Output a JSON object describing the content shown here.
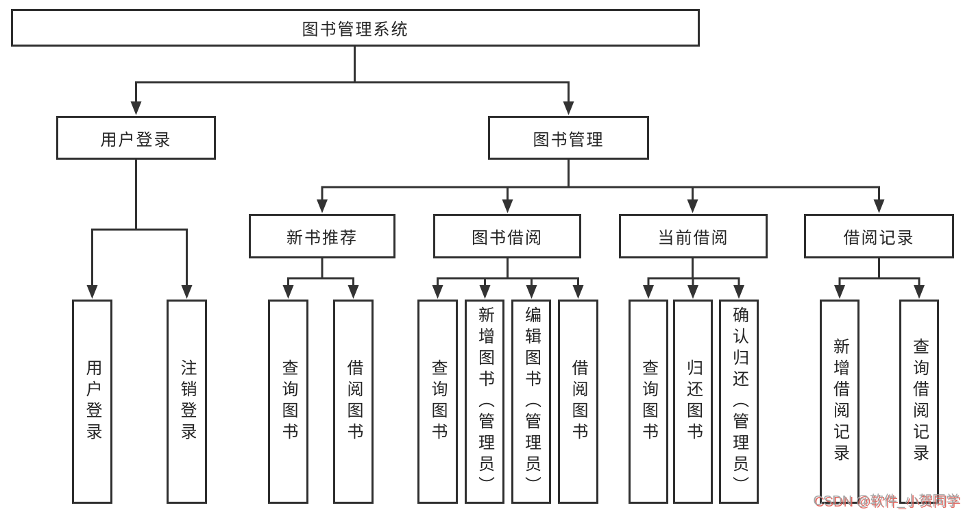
{
  "tree": {
    "root": {
      "label": "图书管理系统"
    },
    "children": [
      {
        "label": "用户登录",
        "children": [
          {
            "label": "用户登录"
          },
          {
            "label": "注销登录"
          }
        ]
      },
      {
        "label": "图书管理",
        "children": [
          {
            "label": "新书推荐",
            "children": [
              {
                "label": "查询图书"
              },
              {
                "label": "借阅图书"
              }
            ]
          },
          {
            "label": "图书借阅",
            "children": [
              {
                "label": "查询图书"
              },
              {
                "label": "新增图书（管理员）"
              },
              {
                "label": "编辑图书（管理员）"
              },
              {
                "label": "借阅图书"
              }
            ]
          },
          {
            "label": "当前借阅",
            "children": [
              {
                "label": "查询图书"
              },
              {
                "label": "归还图书"
              },
              {
                "label": "确认归还（管理员）"
              }
            ]
          },
          {
            "label": "借阅记录",
            "children": [
              {
                "label": "新增借阅记录"
              },
              {
                "label": "查询借阅记录"
              }
            ]
          }
        ]
      }
    ]
  },
  "watermark": {
    "text": "CSDN @软件_小贺同学"
  },
  "colors": {
    "line": "#333333",
    "box_border": "#2f2f2f",
    "text": "#242424",
    "background": "#ffffff",
    "watermark_gray": "#9e9e9e",
    "watermark_red": "#e06058"
  }
}
